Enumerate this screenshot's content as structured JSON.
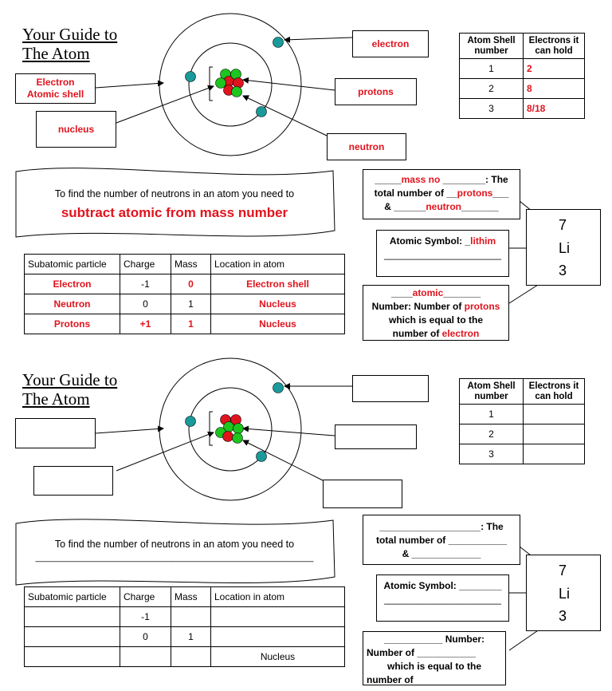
{
  "title_line1": "Your Guide to",
  "title_line2": "The Atom",
  "top": {
    "labels": {
      "electron": "electron",
      "electron_shell": "Electron Atomic shell",
      "nucleus": "nucleus",
      "protons": "protons",
      "neutron": "neutron"
    },
    "neutrons_prompt": "To find the number of neutrons in an atom you need to",
    "neutrons_answer": "subtract atomic from mass  number",
    "mass_box": {
      "blank1": "_____",
      "answer1": "mass no",
      "blank2": " ________: The",
      "line2_a": "total number of __",
      "answer2": "protons",
      "line2_b": "___",
      "line3_a": "& ______",
      "answer3": "neutron",
      "line3_b": "_______"
    },
    "symbol_box": {
      "label": "Atomic Symbol: _",
      "answer": "lithim",
      "line2": "______________________"
    },
    "atomic_box": {
      "blank1": "____",
      "answer1": "atomic",
      "blank2": "_______",
      "line2_a": "Number: Number of ",
      "answer2": "protons",
      "line3": "which is equal to the",
      "line4_a": "number of   ",
      "answer4": "electron"
    },
    "shell_table": {
      "headers": [
        "Atom Shell number",
        "Electrons it can hold"
      ],
      "rows": [
        [
          "1",
          "2"
        ],
        [
          "2",
          "8"
        ],
        [
          "3",
          "8/18"
        ]
      ]
    },
    "subatomic_table": {
      "headers": [
        "Subatomic particle",
        "Charge",
        "Mass",
        "Location in atom"
      ],
      "rows": [
        [
          "Electron",
          "-1",
          "0",
          "Electron shell"
        ],
        [
          "Neutron",
          "0",
          "1",
          "Nucleus"
        ],
        [
          "Protons",
          "+1",
          "1",
          "Nucleus"
        ]
      ]
    }
  },
  "bottom": {
    "neutrons_prompt": "To find the number of neutrons in an atom you need to",
    "neutrons_line": "_________________________________________________________",
    "mass_box": {
      "line1": "___________________: The",
      "line2": "total number of ___________",
      "line3": "& _____________"
    },
    "symbol_box": {
      "line1": "Atomic Symbol: ________",
      "line2": "______________________"
    },
    "atomic_box": {
      "line1": "___________ Number:",
      "line2": "Number of ___________",
      "line3": "which is equal to the",
      "line4": "number of"
    },
    "shell_table": {
      "headers": [
        "Atom Shell number",
        "Electrons it can hold"
      ],
      "rows": [
        [
          "1",
          ""
        ],
        [
          "2",
          ""
        ],
        [
          "3",
          ""
        ]
      ]
    },
    "subatomic_table": {
      "headers": [
        "Subatomic particle",
        "Charge",
        "Mass",
        "Location in atom"
      ],
      "rows": [
        [
          "",
          "",
          "",
          ""
        ],
        [
          "",
          "-1",
          "",
          ""
        ],
        [
          "",
          "0",
          "1",
          ""
        ],
        [
          "",
          "",
          "",
          "Nucleus"
        ]
      ]
    }
  },
  "isotope": {
    "mass": "7",
    "symbol": "Li",
    "atomic": "3"
  }
}
